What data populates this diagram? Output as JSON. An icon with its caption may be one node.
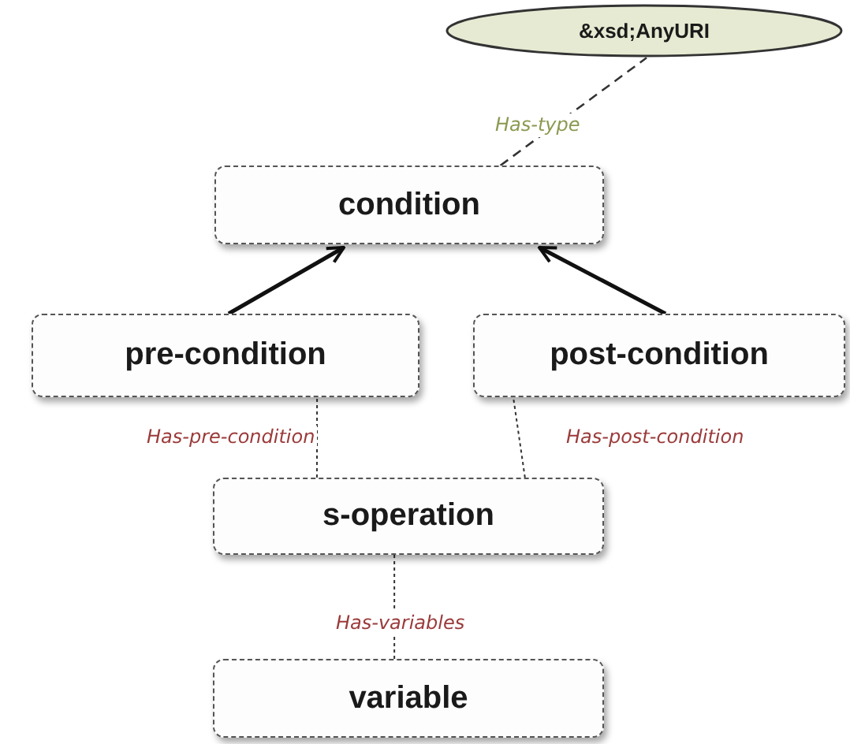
{
  "diagram": {
    "nodes": [
      {
        "text": [
          "&xsd;AnyURI"
        ]
      },
      {
        "text": [
          "condition"
        ]
      },
      {
        "text": [
          "pre-condition"
        ]
      },
      {
        "text": [
          "post-condition"
        ]
      },
      {
        "text": [
          "s-operation"
        ]
      },
      {
        "text": [
          "variable"
        ]
      }
    ],
    "edges": [
      {
        "from": 1,
        "to": 0,
        "arrow": "none",
        "label": "Has-type",
        "style": "dashed"
      },
      {
        "from": 2,
        "to": 1,
        "arrow": "to",
        "style": "thick"
      },
      {
        "from": 3,
        "to": 1,
        "arrow": "to",
        "style": "thick"
      },
      {
        "from": 4,
        "to": 2,
        "arrow": "none",
        "label": "Has-pre-condition",
        "style": "dashed"
      },
      {
        "from": 4,
        "to": 3,
        "arrow": "none",
        "label": "Has-post-condition",
        "style": "dashed"
      },
      {
        "from": 4,
        "to": 5,
        "arrow": "none",
        "label": "Has-variables",
        "style": "dashed"
      }
    ]
  }
}
